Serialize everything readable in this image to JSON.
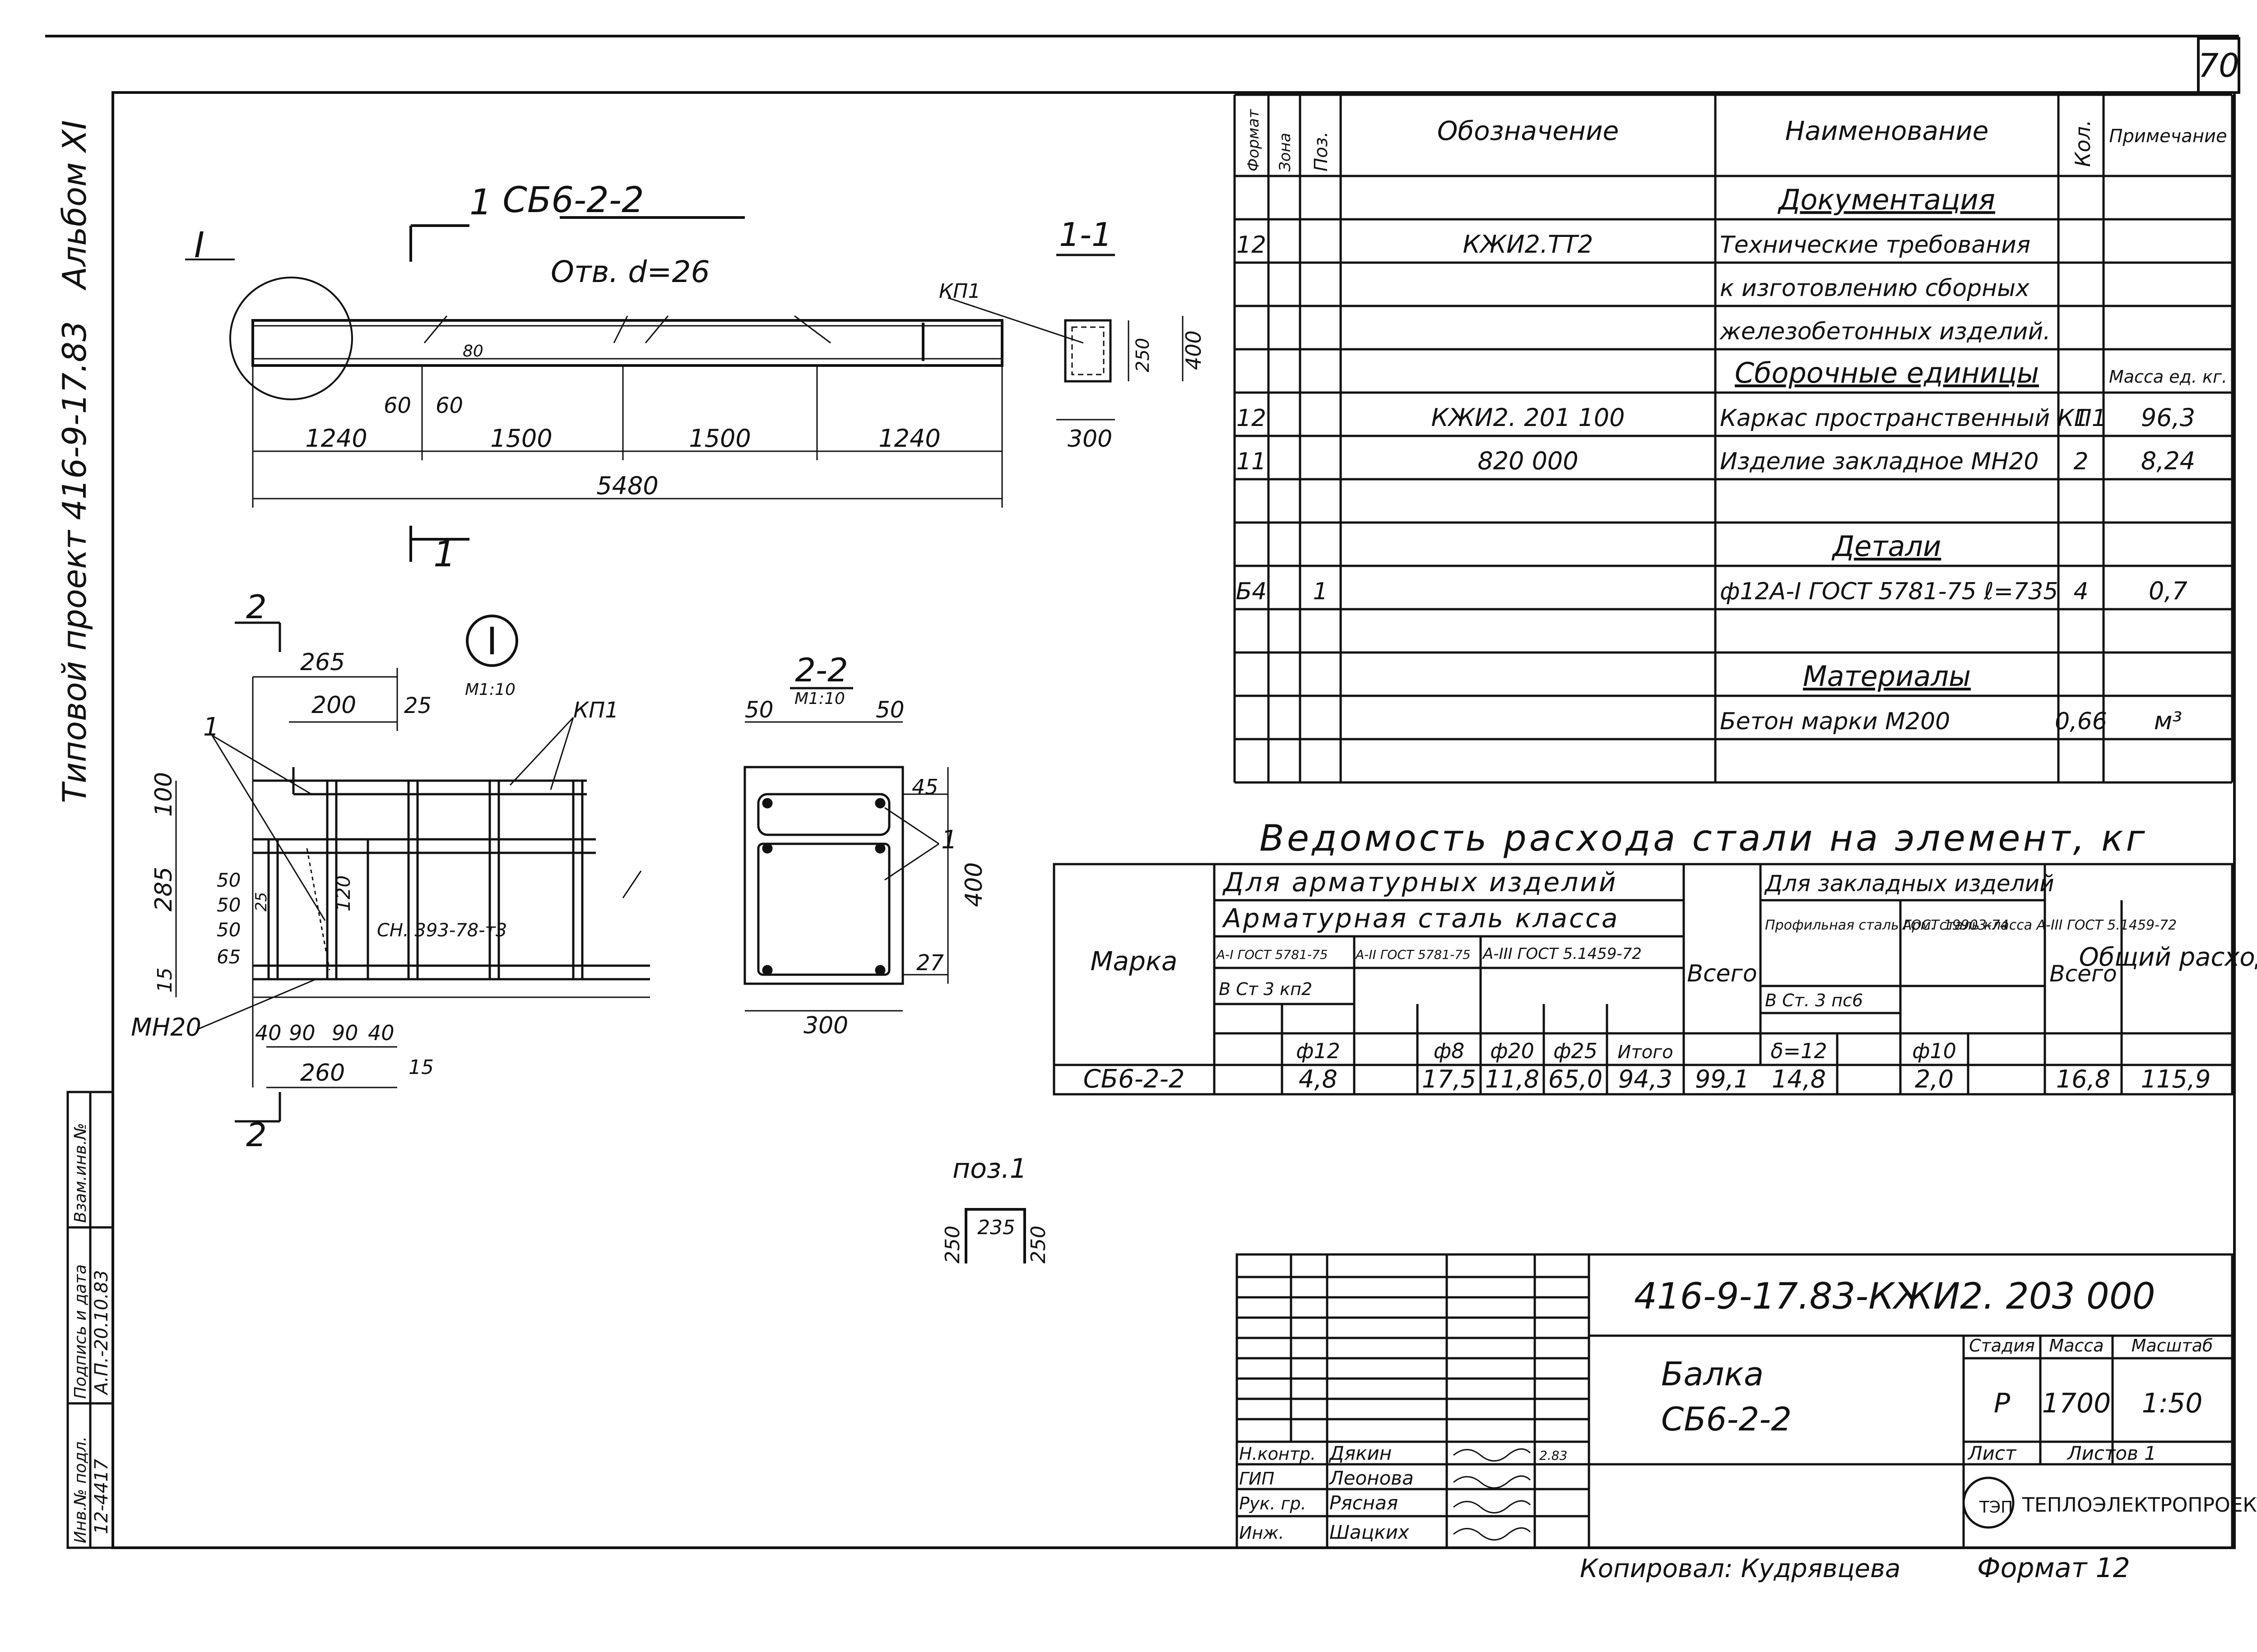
{
  "sheet_number": "70",
  "side_stamp": {
    "album": "Альбом XI",
    "project": "Типовой проект 416-9-17.83"
  },
  "left_strip": {
    "labels": [
      "Инв.№ подл.",
      "Подпись и дата",
      "Взам.инв.№"
    ],
    "values": [
      "12-4417",
      "А.П.-20.10.83",
      ""
    ]
  },
  "elevation": {
    "title": "СБ6-2-2",
    "section_label": "1",
    "detail_label": "I",
    "holes_note": "Отв. d=26",
    "kp1": "КП1",
    "dims_small": [
      "60",
      "60",
      "80"
    ],
    "dims_spans": [
      "1240",
      "1500",
      "1500",
      "1240"
    ],
    "overall": "5480"
  },
  "section_11": {
    "title": "1-1",
    "dims": [
      "250",
      "400",
      "300"
    ]
  },
  "detail_I": {
    "label": "I",
    "scale": "М1:10",
    "section_label": "2",
    "kp1": "КП1",
    "mark_1": "1",
    "weld_note": "СН. 393-78-т3",
    "embed": "МН20",
    "dims_top": [
      "265",
      "200",
      "25"
    ],
    "dims_left": [
      "100",
      "285",
      "15"
    ],
    "dims_inner": [
      "50",
      "50",
      "50",
      "65"
    ],
    "dim_120": "120",
    "dim_25": "25",
    "dims_bottom": [
      "40",
      "90",
      "90",
      "40"
    ],
    "dim_260": "260",
    "dim_15": "15"
  },
  "section_22": {
    "title": "2-2",
    "scale": "М1:10",
    "dims_top": [
      "50",
      "50"
    ],
    "dim_45": "45",
    "mark_1": "1",
    "dim_400": "400",
    "dim_27": "27",
    "dim_300": "300"
  },
  "pos1": {
    "title": "поз.1",
    "dims": [
      "250",
      "235",
      "250"
    ]
  },
  "spec": {
    "headers": [
      "Формат",
      "Зона",
      "Поз.",
      "Обозначение",
      "Наименование",
      "Кол.",
      "Примечание"
    ],
    "rows": [
      {
        "fmt": "",
        "pos": "",
        "code": "",
        "name": "Документация",
        "qty": "",
        "note": "",
        "section": true
      },
      {
        "fmt": "12",
        "pos": "",
        "code": "КЖИ2.ТТ2",
        "name": "Технические требования",
        "qty": "",
        "note": ""
      },
      {
        "fmt": "",
        "pos": "",
        "code": "",
        "name": "к изготовлению сборных",
        "qty": "",
        "note": ""
      },
      {
        "fmt": "",
        "pos": "",
        "code": "",
        "name": "железобетонных изделий.",
        "qty": "",
        "note": ""
      },
      {
        "fmt": "",
        "pos": "",
        "code": "",
        "name": "Сборочные единицы",
        "qty": "",
        "note": "Масса ед. кг.",
        "section": true
      },
      {
        "fmt": "12",
        "pos": "",
        "code": "КЖИ2. 201 100",
        "name": "Каркас пространственный КП1",
        "qty": "1",
        "note": "96,3"
      },
      {
        "fmt": "11",
        "pos": "",
        "code": "820 000",
        "name": "Изделие закладное МН20",
        "qty": "2",
        "note": "8,24"
      },
      {
        "fmt": "",
        "pos": "",
        "code": "",
        "name": "",
        "qty": "",
        "note": ""
      },
      {
        "fmt": "",
        "pos": "",
        "code": "",
        "name": "Детали",
        "qty": "",
        "note": "",
        "section": true
      },
      {
        "fmt": "Б4",
        "pos": "1",
        "code": "",
        "name": "ф12А-I ГОСТ 5781-75 ℓ=735",
        "qty": "4",
        "note": "0,7"
      },
      {
        "fmt": "",
        "pos": "",
        "code": "",
        "name": "",
        "qty": "",
        "note": ""
      },
      {
        "fmt": "",
        "pos": "",
        "code": "",
        "name": "Материалы",
        "qty": "",
        "note": "",
        "section": true
      },
      {
        "fmt": "",
        "pos": "",
        "code": "",
        "name": "Бетон марки М200",
        "qty": "0,66",
        "note": "м³"
      },
      {
        "fmt": "",
        "pos": "",
        "code": "",
        "name": "",
        "qty": "",
        "note": ""
      }
    ]
  },
  "steel": {
    "title": "Ведомость расхода стали на элемент, кг",
    "marka": "Марка",
    "armature_items": "Для арматурных изделий",
    "armature_class": "Арматурная сталь класса",
    "std_a1": "А-I ГОСТ 5781-75",
    "std_a2": "А-II ГОСТ 5781-75",
    "std_a3": "А-III ГОСТ 5.1459-72",
    "vst": "В Ст 3 кп2",
    "total1": "Всего",
    "embed_items": "Для закладных изделий",
    "profile": "Профильная сталь ГОСТ 19903-74",
    "vst2": "В Ст. 3 пс6",
    "arm_class": "Арм. сталь класса А-III ГОСТ 5.1459-72",
    "total2": "Всего",
    "grand": "Общий расход",
    "d12": "ф12",
    "d8": "ф8",
    "d20": "ф20",
    "d25": "ф25",
    "itogo": "Итого",
    "s12": "δ=12",
    "d10": "ф10",
    "row": {
      "mark": "СБ6-2-2",
      "a1_12": "4,8",
      "a3_8": "17,5",
      "a3_20": "11,8",
      "a3_25": "65,0",
      "itogo": "94,3",
      "total": "99,1",
      "prof": "14,8",
      "arm10": "2,0",
      "total_embed": "16,8",
      "grand": "115,9"
    }
  },
  "title_block": {
    "code": "416-9-17.83-КЖИ2. 203 000",
    "name1": "Балка",
    "name2": "СБ6-2-2",
    "stage_h": "Стадия",
    "mass_h": "Масса",
    "scale_h": "Масштаб",
    "stage": "Р",
    "mass": "1700",
    "scale": "1:50",
    "sheet_h": "Лист",
    "sheets_h": "Листов 1",
    "org": "ТЕПЛОЭЛЕКТРОПРОЕКТ",
    "people": [
      {
        "role": "Н.контр.",
        "name": "Дякин",
        "date": "2.83"
      },
      {
        "role": "ГИП",
        "name": "Леонова",
        "date": ""
      },
      {
        "role": "Рук. гр.",
        "name": "Рясная",
        "date": ""
      },
      {
        "role": "Инж.",
        "name": "Шацких",
        "date": ""
      }
    ]
  },
  "copied": "Копировал: Кудрявцева",
  "format": "Формат 12",
  "style": {
    "ink": "#111111",
    "paper": "#ffffff"
  }
}
